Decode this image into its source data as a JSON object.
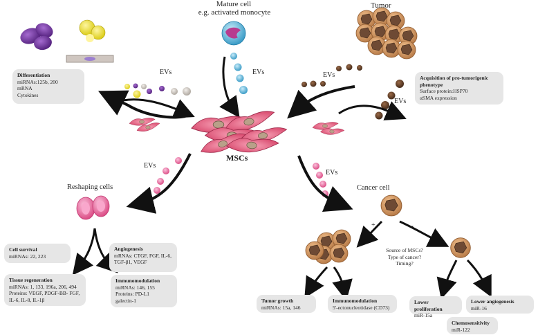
{
  "top": {
    "mature_line1": "Mature cell",
    "mature_line2": "e.g. activated monocyte",
    "tumor": "Tumor"
  },
  "center": {
    "label": "MSCs"
  },
  "ev_label": "EVs",
  "reshaping": "Reshaping cells",
  "cancer_cell": "Cancer cell",
  "signs": {
    "plus": "+",
    "minus": "-"
  },
  "questions": [
    "Source of MSCs?",
    "Type of cancer?",
    "Timing?"
  ],
  "boxes": {
    "differentiation": {
      "title": "Differentiation",
      "lines": [
        "miRNAs:125b, 200",
        "mRNA",
        "Cytokines"
      ]
    },
    "protumor": {
      "title_lines": [
        "Acquisition of pro-tumorigenic",
        "phenotype"
      ],
      "lines": [
        "Surface protein:HSP70",
        "αSMA expression"
      ]
    },
    "cell_survival": {
      "title": "Cell survival",
      "lines": [
        "miRNAs: 22, 223"
      ]
    },
    "angiogenesis": {
      "title": "Angiogenesis",
      "lines": [
        "mRNAs: CTGF, FGF, IL-6,",
        "TGF-β1, VEGF"
      ]
    },
    "tissue_regen": {
      "title": "Tissue regeneration",
      "lines": [
        "miRNAs: 1, 133, 196a, 206, 494",
        "Proteins: VEGF, PDGF-BB- FGF,",
        "IL-6, IL-8, IL-1β"
      ]
    },
    "immuno_left": {
      "title": "Immunomodulation",
      "lines": [
        "miRNAs: 146, 155",
        "Proteins: PD-L1",
        "galectin-1"
      ]
    },
    "tumor_growth": {
      "title": "Tumor growth",
      "lines": [
        "miRNAs: 15a, 146"
      ]
    },
    "immuno_right": {
      "title": "Immunomodulation",
      "lines": [
        "5'-ectonucleotidase (CD73)"
      ]
    },
    "lower_prolif": {
      "title": "Lower proliferation",
      "lines": [
        "miR-15a"
      ]
    },
    "lower_angio": {
      "title": "Lower angiogenesis",
      "lines": [
        "miR-16"
      ]
    },
    "chemo": {
      "title": "Chemosensitivity",
      "lines": [
        "miR-122"
      ]
    }
  },
  "colors": {
    "box_bg": "#e6e6e6",
    "pink": "#e85a9a",
    "blue": "#3ba6cf",
    "brown": "#5a3a25",
    "purple": "#6a2d9a",
    "yellow": "#f1e21a",
    "tumor": "#c98a55",
    "tumor_nucleus": "#6e4a34"
  }
}
